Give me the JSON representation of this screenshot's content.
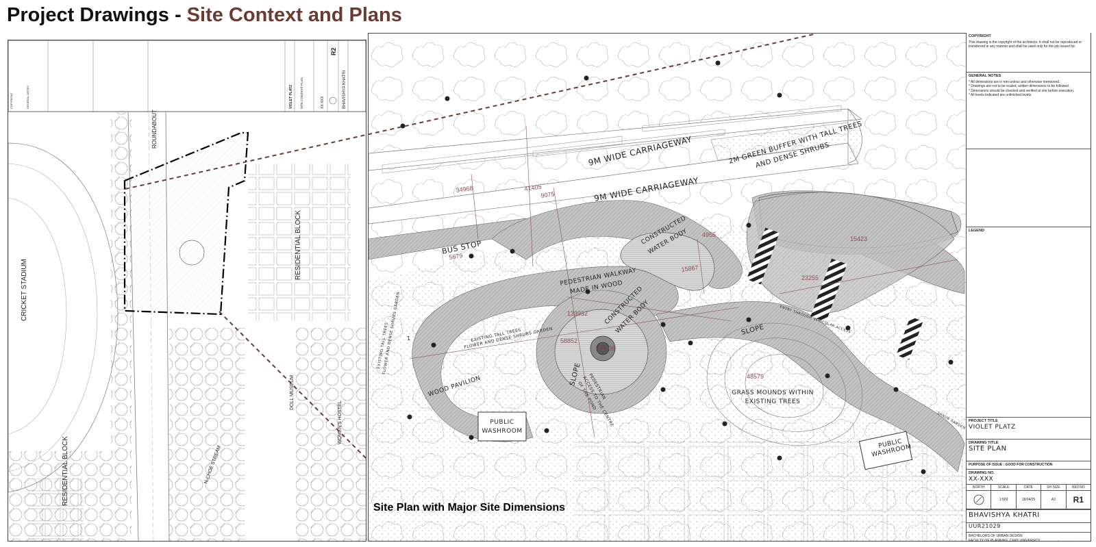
{
  "header": {
    "title_prefix": "Project Drawings - ",
    "title_accent": "Site Context and Plans"
  },
  "colors": {
    "accent": "#6b3a32",
    "dimension": "#8a4b52",
    "hatch_fill": "#bdbdbd",
    "leader_line": "#6b3a32"
  },
  "left_sheet": {
    "labels": {
      "roundabout": "ROUNDABOUT",
      "cricket_stadium": "CRICKET STADIUM",
      "residential_block_right": "RESIDENTIAL BLOCK",
      "residential_block_left": "RESIDENTIAL BLOCK",
      "doll_museum": "DOLL MUSEUM",
      "womens_hostel": "WOMEN'S HOSTEL",
      "nchoe_stream": "N-CHOE STREAM"
    },
    "title_strip": {
      "copyright": "COPYRIGHT",
      "general_notes": "GENERAL NOTES",
      "project_title": "VIOLET PLATZ",
      "drawing_title": "SITE CONTEXT PLAN",
      "rev": "R2",
      "author": "BHAVISHYA KHATRI",
      "drawing_no": "XX-XXX"
    }
  },
  "site_plan": {
    "labels": {
      "carriageway_1": "9M WIDE CARRIAGEWAY",
      "carriageway_2": "9M WIDE CARRIAGEWAY",
      "green_buffer_1": "2M GREEN BUFFER WITH TALL TREES",
      "green_buffer_2": "AND DENSE SHRUBS",
      "bus_stop": "BUS STOP",
      "water_body_1a": "CONSTRUCTED",
      "water_body_1b": "WATER BODY",
      "walkway_1": "PEDESTRIAN WALKWAY",
      "walkway_2": "MADE IN WOOD",
      "water_body_2a": "CONSTRUCTED",
      "water_body_2b": "WATER BODY",
      "slope_1": "SLOPE",
      "slope_2": "SLOPE",
      "pond_access_1": "PEDESTRIAN",
      "pond_access_2": "ACCESS TO THE CENTRE",
      "pond_access_3": "OF THE POND",
      "garden_1": "EXISTING TALL TREES",
      "garden_2": "FLOWER AND DENSE SHRUBS GARDEN",
      "garden_left_1": "EXISTING TALL TREES",
      "garden_left_2": "FLOWER AND DENSE SHRUBS GARDEN",
      "wood_pavilion": "WOOD PAVILION",
      "washroom_1a": "PUBLIC",
      "washroom_1b": "WASHROOM",
      "washroom_2a": "PUBLIC",
      "washroom_2b": "WASHROOM",
      "mounds_1": "GRASS MOUNDS WITHIN",
      "mounds_2": "EXISTING TREES",
      "shrub_garden": "SHRUB GARDEN",
      "entry": "ENTRY THROUGH VEHICULAR ACCESS",
      "point_1": "1"
    },
    "dimensions": {
      "d1": "34968",
      "d2": "41405",
      "d3": "9075",
      "d4": "5679",
      "d5": "4955",
      "d6": "15867",
      "d7": "15423",
      "d8": "23255",
      "d9": "133932",
      "d10": "58852",
      "d11": "31706",
      "d12": "48579"
    },
    "caption": "Site Plan with Major Site Dimensions"
  },
  "title_block": {
    "copyright_head": "COPYRIGHT",
    "copyright_text": "This drawing is the copyright of the architects.  It shall not be reproduced or transferred in any manner and shall be used only for the job issued for.",
    "notes_head": "GENERAL NOTES",
    "note_1": "* All dimensions are in mm unless and otherwise mentioned.",
    "note_2": "* Drawings are not to be scaled, written dimensions to be followed.",
    "note_3": "* Dimensions should be checked and verified at site before execution.",
    "note_4": "* All levels indicated are unfinished levels.",
    "legend_head": "LEGEND",
    "project_title_head": "PROJECT TITLE",
    "project_title": "VIOLET PLATZ",
    "drawing_title_head": "DRAWING TITLE",
    "drawing_title": "SITE PLAN",
    "purpose": "PURPOSE OF ISSUE :  GOOD FOR CONSTRUCTION",
    "drawing_no_head": "DRAWING NO.",
    "drawing_no": "XX-XXX",
    "col_north": "NORTH",
    "col_scale": "SCALE",
    "col_date": "DATE",
    "col_size": "SH SIZE",
    "col_rev": "REV.NO",
    "scale": "1:500",
    "date": "18/04/25",
    "size": "A3",
    "rev": "R1",
    "author": "BHAVISHYA KHATRI",
    "roll_no": "UUR21029",
    "dept_1": "BACHELORS OF URBAN DESIGN",
    "dept_2": "FACULTY OF PLANNING, CEPT UNIVERSITY"
  }
}
